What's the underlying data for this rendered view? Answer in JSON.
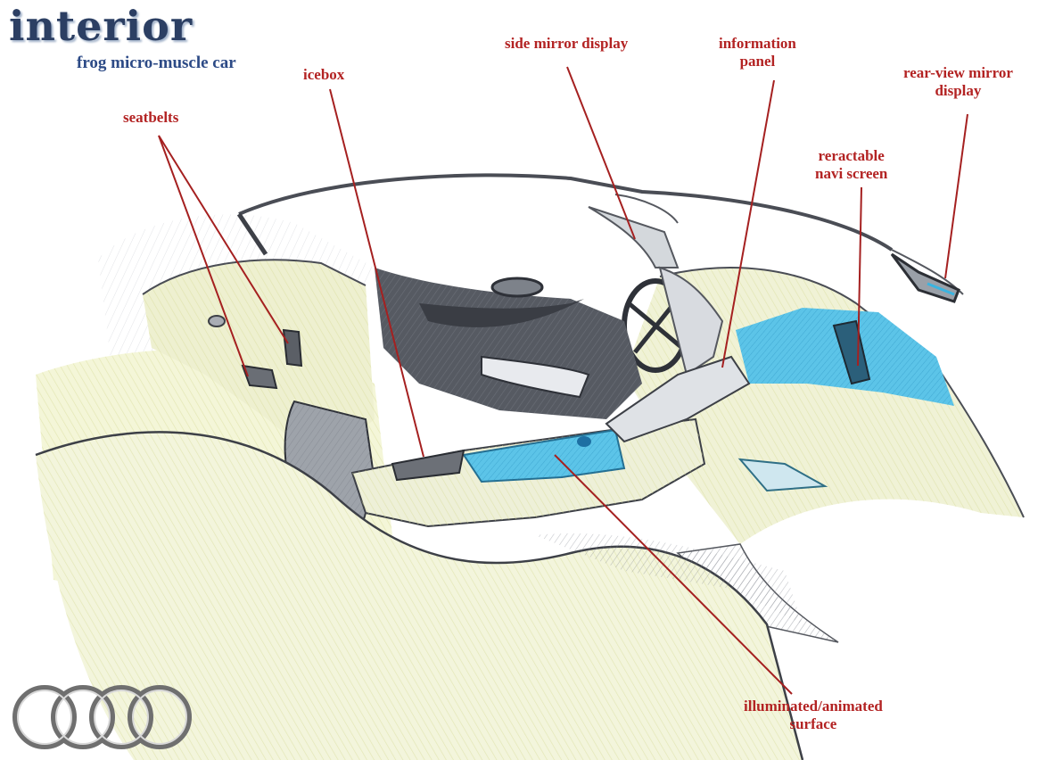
{
  "title": {
    "heading": "interior",
    "subheading": "frog micro-muscle car"
  },
  "labels": {
    "seatbelts": "seatbelts",
    "icebox": "icebox",
    "side_mirror": "side mirror display",
    "info_line1": "information",
    "info_line2": "panel",
    "rear_line1": "rear-view mirror",
    "rear_line2": "display",
    "navi_line1": "reractable",
    "navi_line2": "navi screen",
    "illum_line1": "illuminated/animated",
    "illum_line2": "surface"
  },
  "colors": {
    "label": "#b32323",
    "leader": "#a52020",
    "heading": "#2c3f63",
    "subheading": "#2c4a86",
    "illuminated": "#3ab4e0",
    "pencil_yellow": "#eef0c0",
    "pencil_grey": "#5e6168",
    "logo": "#6f6f6f"
  },
  "logo": {
    "name": "four-rings-logo"
  }
}
